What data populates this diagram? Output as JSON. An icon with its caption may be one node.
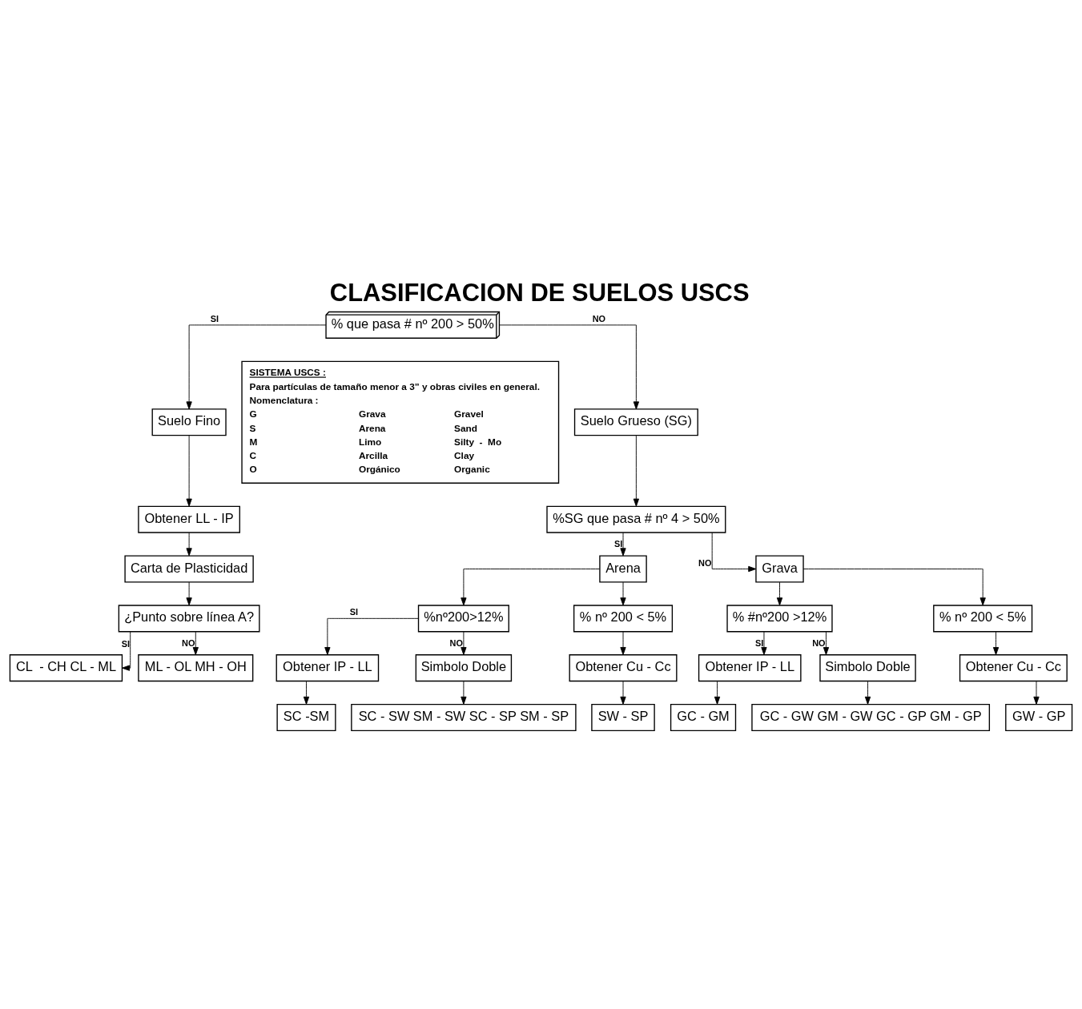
{
  "diagram": {
    "title": "CLASIFICACION DE SUELOS USCS",
    "nodes": [
      {
        "text": [
          "% que pasa # nº 200 > 50%"
        ]
      },
      {
        "text": [
          "Suelo Fino"
        ]
      },
      {
        "text": [
          "Obtener LL - IP"
        ]
      },
      {
        "text": [
          "Carta de Plasticidad"
        ]
      },
      {
        "text": [
          "¿Punto sobre línea A?"
        ]
      },
      {
        "text": [
          "CL  - CH CL - ML"
        ]
      },
      {
        "text": [
          "ML - OL MH - OH"
        ]
      },
      {
        "text": [
          "Suelo Grueso (SG)"
        ]
      },
      {
        "text": [
          "%SG que pasa # nº 4 > 50%"
        ]
      },
      {
        "text": [
          "Arena"
        ]
      },
      {
        "text": [
          "Grava"
        ]
      },
      {
        "text": [
          "%nº200>12%"
        ]
      },
      {
        "text": [
          "% nº 200 < 5%"
        ]
      },
      {
        "text": [
          "Obtener IP - LL"
        ]
      },
      {
        "text": [
          "Simbolo Doble"
        ]
      },
      {
        "text": [
          "SC -SM"
        ]
      },
      {
        "text": [
          "SC - SW SM - SW SC - SP SM - SP"
        ]
      },
      {
        "text": [
          "Obtener Cu - Cc"
        ]
      },
      {
        "text": [
          "SW - SP"
        ]
      },
      {
        "text": [
          "% #nº200 >12%"
        ]
      },
      {
        "text": [
          "% nº 200 < 5%"
        ]
      },
      {
        "text": [
          "Obtener IP - LL"
        ]
      },
      {
        "text": [
          "Simbolo Doble"
        ]
      },
      {
        "text": [
          "GC - GM"
        ]
      },
      {
        "text": [
          "GC - GW GM - GW GC - GP GM - GP"
        ]
      },
      {
        "text": [
          "Obtener Cu - Cc"
        ]
      },
      {
        "text": [
          "GW - GP"
        ]
      },
      {
        "text": [
          "SISTEMA USCS :",
          "Para partículas de tamaño menor a 3” y obras civiles en general.",
          "Nomenclatura :",
          "G",
          "Grava",
          "Gravel",
          "S",
          "Arena",
          "Sand",
          "M",
          "Limo",
          "Silty  -  Mo",
          "C",
          "Arcilla",
          "Clay",
          "O",
          "Orgánico",
          "Organic"
        ]
      }
    ],
    "edges": [
      {
        "from": 0,
        "to": 1,
        "arrow": "to",
        "label": "SI"
      },
      {
        "from": 0,
        "to": 7,
        "arrow": "to",
        "label": "NO"
      },
      {
        "from": 1,
        "to": 2,
        "arrow": "to"
      },
      {
        "from": 2,
        "to": 3,
        "arrow": "to"
      },
      {
        "from": 3,
        "to": 4,
        "arrow": "to"
      },
      {
        "from": 4,
        "to": 5,
        "arrow": "to",
        "label": "SI"
      },
      {
        "from": 4,
        "to": 6,
        "arrow": "to",
        "label": "NO"
      },
      {
        "from": 7,
        "to": 8,
        "arrow": "to"
      },
      {
        "from": 8,
        "to": 9,
        "arrow": "to",
        "label": "SI"
      },
      {
        "from": 8,
        "to": 10,
        "arrow": "to",
        "label": "NO"
      },
      {
        "from": 9,
        "to": 11,
        "arrow": "to"
      },
      {
        "from": 9,
        "to": 12,
        "arrow": "to"
      },
      {
        "from": 11,
        "to": 13,
        "arrow": "to",
        "label": "SI"
      },
      {
        "from": 11,
        "to": 14,
        "arrow": "to",
        "label": "NO"
      },
      {
        "from": 13,
        "to": 15,
        "arrow": "to"
      },
      {
        "from": 14,
        "to": 16,
        "arrow": "to"
      },
      {
        "from": 12,
        "to": 17,
        "arrow": "to"
      },
      {
        "from": 17,
        "to": 18,
        "arrow": "to"
      },
      {
        "from": 10,
        "to": 19,
        "arrow": "to"
      },
      {
        "from": 10,
        "to": 20,
        "arrow": "to"
      },
      {
        "from": 19,
        "to": 21,
        "arrow": "to",
        "label": "SI"
      },
      {
        "from": 19,
        "to": 22,
        "arrow": "to",
        "label": "NO"
      },
      {
        "from": 21,
        "to": 23,
        "arrow": "to"
      },
      {
        "from": 22,
        "to": 24,
        "arrow": "to"
      },
      {
        "from": 20,
        "to": 25,
        "arrow": "to"
      },
      {
        "from": 25,
        "to": 26,
        "arrow": "to"
      }
    ]
  }
}
